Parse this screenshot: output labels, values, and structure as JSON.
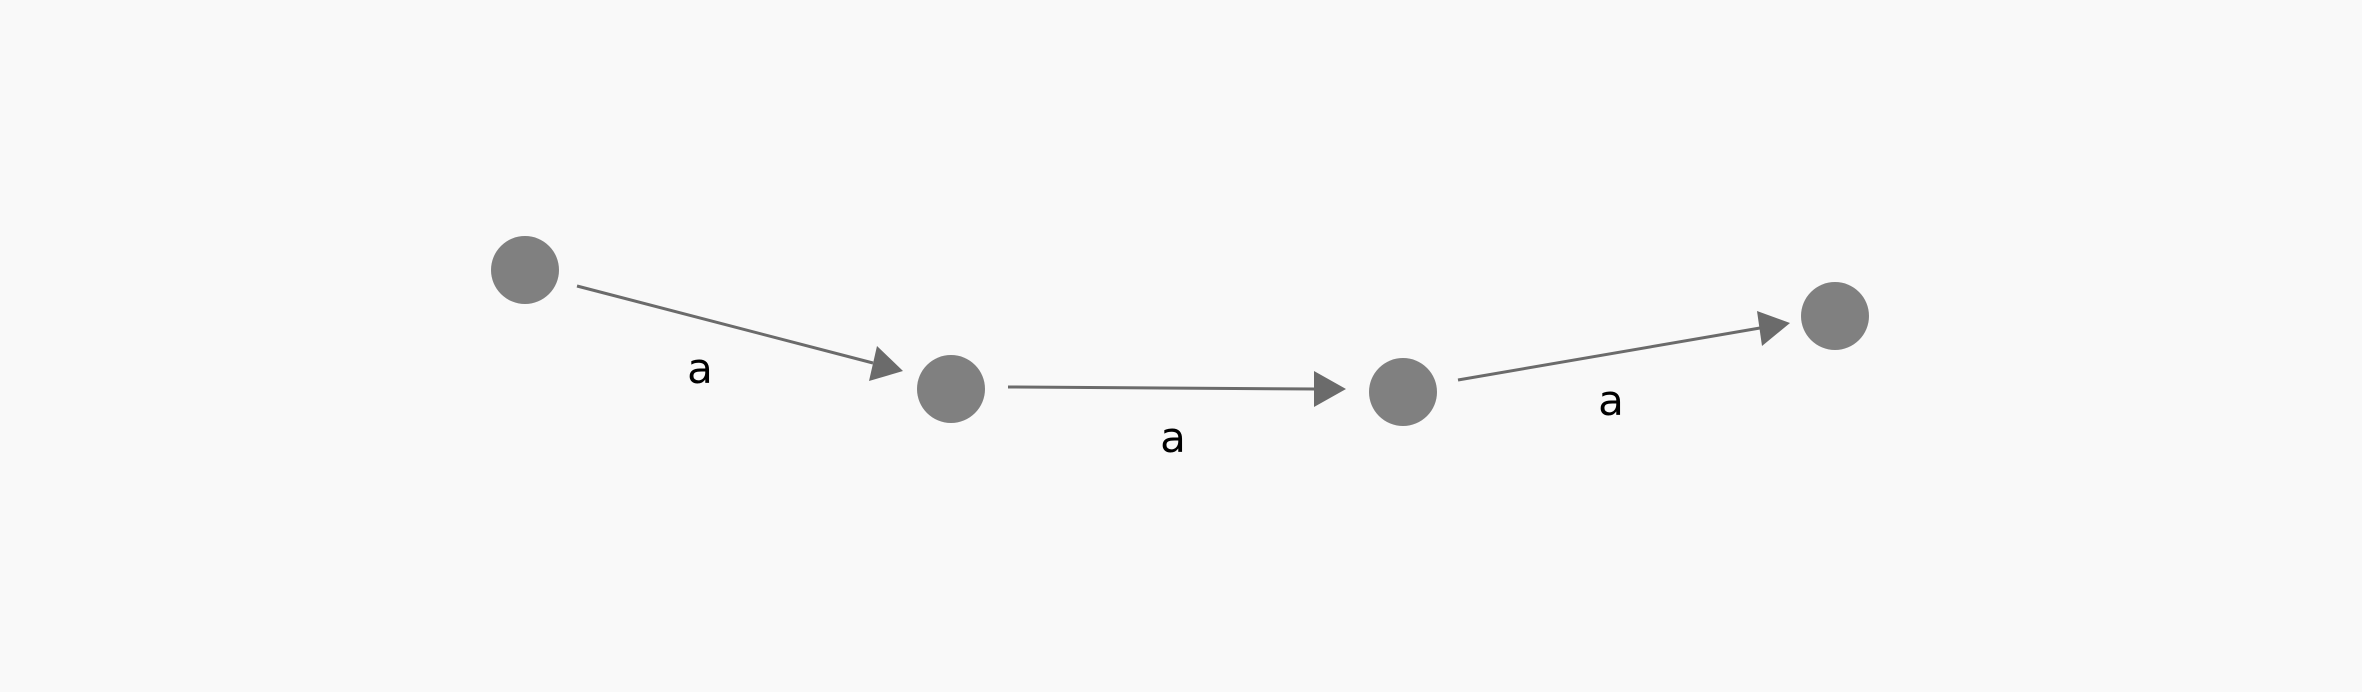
{
  "diagram": {
    "type": "directed-graph",
    "background_color": "#f9f9f9",
    "node_color": "#808080",
    "edge_color": "#6b6b6b",
    "label_color": "#000000",
    "nodes": [
      {
        "id": "n1",
        "label": ""
      },
      {
        "id": "n2",
        "label": ""
      },
      {
        "id": "n3",
        "label": ""
      },
      {
        "id": "n4",
        "label": ""
      }
    ],
    "edges": [
      {
        "from": "n1",
        "to": "n2",
        "label": "a"
      },
      {
        "from": "n2",
        "to": "n3",
        "label": "a"
      },
      {
        "from": "n3",
        "to": "n4",
        "label": "a"
      }
    ]
  }
}
